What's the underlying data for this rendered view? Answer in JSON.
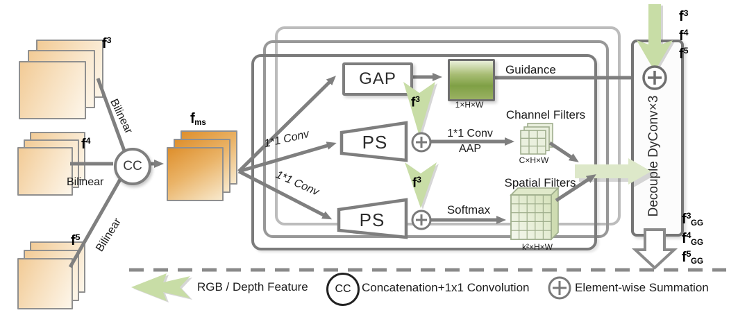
{
  "inputs": {
    "f3": {
      "base": "f",
      "sup": "3"
    },
    "f4": {
      "base": "f",
      "sup": "4"
    },
    "f5": {
      "base": "f",
      "sup": "5"
    },
    "fms": {
      "base": "f",
      "sub": "ms"
    },
    "bilinear1": "Bilinear",
    "bilinear2": "Bilinear",
    "bilinear3": "Bilinear",
    "cc_symbol": "CC"
  },
  "module": {
    "conv1": "1*1 Conv",
    "conv2": "1*1 Conv",
    "gap": "GAP",
    "ps1": "PS",
    "ps2": "PS",
    "f3_inject_top": {
      "base": "f",
      "sup": "3"
    },
    "f3_inject_bottom": {
      "base": "f",
      "sup": "3"
    },
    "guidance": "Guidance",
    "guidance_dims": "1×H×W",
    "conv_aap_line1": "1*1 Conv",
    "conv_aap_line2": "AAP",
    "softmax": "Softmax",
    "channel_filters_title": "Channel Filters",
    "channel_filters_dims": "C×H×W",
    "spatial_filters_title": "Spatial Filters",
    "spatial_filters_dims": "k²×H×W"
  },
  "dyconv": {
    "label": "Decouple DyConv×3",
    "sum_symbol": "+",
    "inputs": [
      {
        "base": "f",
        "sup": "3"
      },
      {
        "base": "f",
        "sup": "4"
      },
      {
        "base": "f",
        "sup": "5"
      }
    ],
    "outputs": [
      {
        "base": "f",
        "sup": "3",
        "sub": "GG"
      },
      {
        "base": "f",
        "sup": "4",
        "sub": "GG"
      },
      {
        "base": "f",
        "sup": "5",
        "sub": "GG"
      }
    ]
  },
  "legend": {
    "feature_arrow_label": "RGB / Depth Feature",
    "cc_symbol": "CC",
    "cc_label": "Concatenation+1x1 Convolution",
    "sum_label": "Element-wise Summation"
  },
  "colors": {
    "green_arrow": "#c8dda6",
    "green_arrow_light": "#dde8c9",
    "green_map_dark": "#7fa045",
    "orange_feature": "#e09a38",
    "orange_feature_light": "#f2cb96",
    "line_gray": "#7f7f7f",
    "frame_gray_front": "#7b7b7b",
    "frame_gray_mid": "#989898",
    "frame_gray_back": "#bcbcbc"
  }
}
